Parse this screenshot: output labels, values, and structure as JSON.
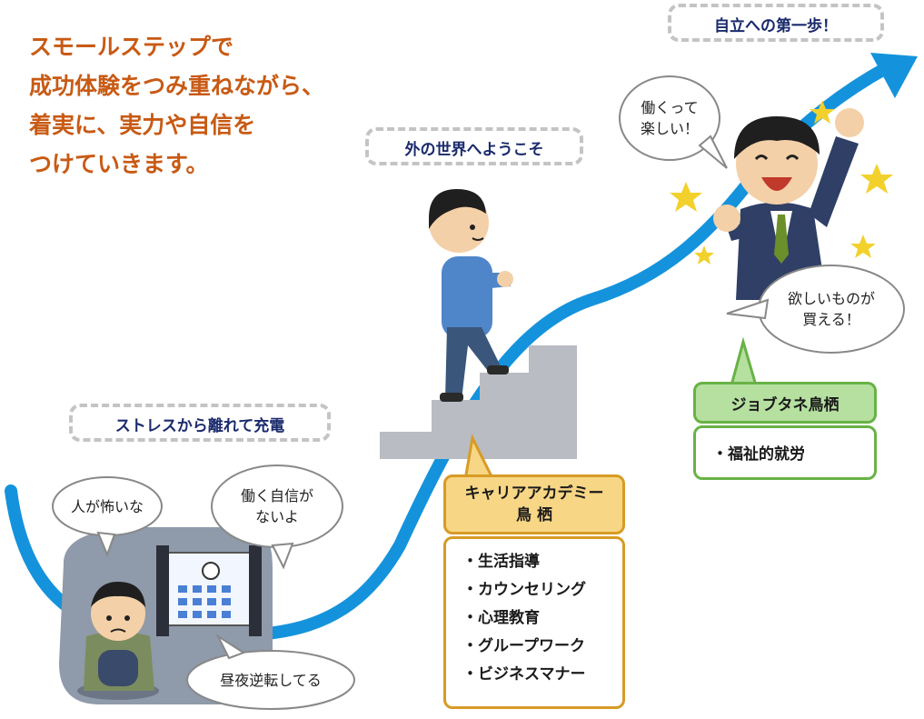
{
  "intro_lines": [
    "スモールステップで",
    "成功体験をつみ重ねながら、",
    "着実に、実力や自信を",
    "つけていきます。"
  ],
  "stages": {
    "stage1": "ストレスから離れて充電",
    "stage2": "外の世界へようこそ",
    "stage3": "自立への第一歩！"
  },
  "bubbles": {
    "afraid": "人が怖いな",
    "no_confidence": "働く自信が\nないよ",
    "day_night": "昼夜逆転してる",
    "fun": "働くって\n楽しい！",
    "buy": "欲しいものが\n買える！"
  },
  "programs": {
    "academy": {
      "name": "キャリアアカデミー\n鳥 栖",
      "items": [
        "・生活指導",
        "・カウンセリング",
        "・心理教育",
        "・グループワーク",
        "・ビジネスマナー"
      ]
    },
    "jobtane": {
      "name": "ジョブタネ鳥栖",
      "items": [
        "・福祉的就労"
      ]
    }
  },
  "colors": {
    "intro_text": "#c85a14",
    "stage_text": "#1a2a6c",
    "arrow": "#1493dc",
    "academy_fill": "#f7d685",
    "academy_border": "#d79b25",
    "jobtane_fill": "#b6e0a0",
    "jobtane_border": "#68b246"
  }
}
